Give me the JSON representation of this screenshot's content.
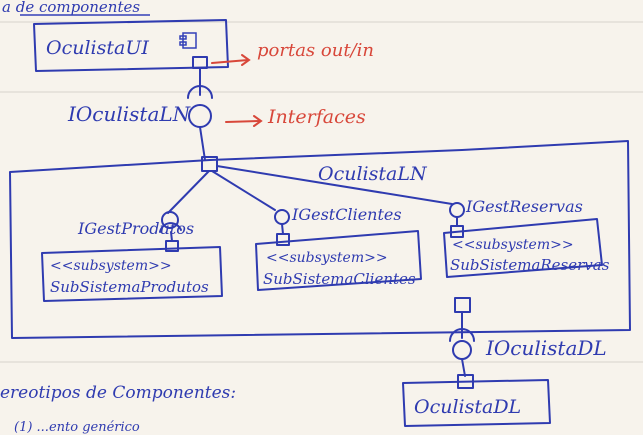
{
  "top_note": "a de componentes",
  "components": {
    "ui": "OculistaUI",
    "ln": "OculistaLN",
    "dl": "OculistaDL"
  },
  "interfaces": {
    "ln": "IOculistaLN",
    "produtos": "IGestProdutos",
    "clientes": "IGestClientes",
    "reservas": "IGestReservas",
    "dl": "IOculistaDL"
  },
  "annotations": {
    "ports": "portas out/in",
    "interfaces": "Interfaces"
  },
  "stereotype": "<<subsystem>>",
  "subsystems": {
    "produtos": "SubSistemaProdutos",
    "clientes": "SubSistemaClientes",
    "reservas": "SubSistemaReservas"
  },
  "bottom_note_1": "ereotipos de Componentes:",
  "bottom_note_2": "(1) ...ento genérico"
}
